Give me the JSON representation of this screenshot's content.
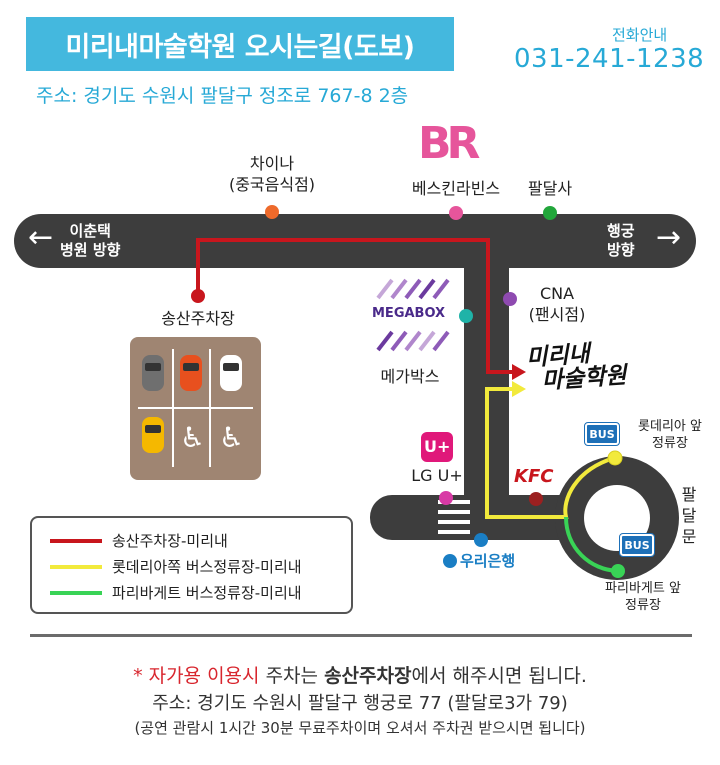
{
  "header": {
    "title": "미리내마술학원 오시는길(도보)",
    "address": "주소: 경기도 수원시 팔달구 정조로 767-8 2층",
    "phone_label": "전화안내",
    "phone": "031-241-1238"
  },
  "map": {
    "road_left_label": [
      "이춘택",
      "병원 방향"
    ],
    "road_right_label": [
      "행궁",
      "방향"
    ],
    "road_right_vertical_label": [
      "팔",
      "달",
      "문"
    ],
    "destination_label": [
      "미리내",
      "마술학원"
    ],
    "landmarks": {
      "chinese_restaurant": [
        "차이나",
        "(중국음식점)"
      ],
      "baskin_robbins_logo": "BR",
      "baskin_robbins": "베스킨라빈스",
      "paldalsa": "팔달사",
      "cna": [
        "CNA",
        "(팬시점)"
      ],
      "megabox_logo": "MEGABOX",
      "megabox": "메가박스",
      "lgu_logo": "U+",
      "lgu": "LG U+",
      "kfc_logo": "KFC",
      "woori_bank": "우리은행",
      "songsan_parking": "송산주차장",
      "lotteria_stop": [
        "롯데리아 앞",
        "정류장"
      ],
      "paris_stop": [
        "파리바게트 앞",
        "정류장"
      ],
      "bus_sign": "BUS"
    },
    "colors": {
      "road": "#3d3d3d",
      "route_red": "#c8161d",
      "route_yellow": "#f2ea3c",
      "route_green": "#39d356",
      "marker_orange": "#ee6a2b",
      "marker_pink": "#e6559b",
      "marker_green": "#22a63b",
      "marker_purple": "#8e4ab0",
      "marker_teal": "#1fb3a8",
      "marker_magenta": "#d83aa5",
      "marker_darkred": "#9b2020",
      "marker_blue": "#1a7ec4",
      "accent_blue": "#27a9d6"
    }
  },
  "legend": {
    "items": [
      {
        "label": "송산주차장-미리내",
        "color": "#c8161d"
      },
      {
        "label": "롯데리아쪽 버스정류장-미리내",
        "color": "#f2ea3c"
      },
      {
        "label": "파리바게트 버스정류장-미리내",
        "color": "#39d356"
      }
    ]
  },
  "notes": {
    "line1_star": "* 자가용 이용시",
    "line1_mid": " 주차는 ",
    "line1_bold": "송산주차장",
    "line1_end": "에서 해주시면 됩니다.",
    "line2": "주소: 경기도 수원시 팔달구 행궁로 77 (팔달로3가 79)",
    "line3": "(공연 관람시 1시간 30분 무료주차이며 오셔서 주차권 받으시면 됩니다)"
  }
}
